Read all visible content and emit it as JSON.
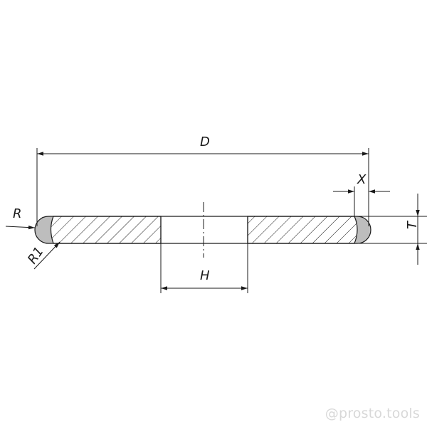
{
  "labels": {
    "d": "D",
    "x": "X",
    "r": "R",
    "r1": "R1",
    "h": "H",
    "t": "T"
  },
  "watermark": {
    "symbol": "@",
    "text": "prosto.tools"
  },
  "colors": {
    "line": "#1a1a1a",
    "abrasive_layer": "#bdbdbd",
    "watermark": "#d8d8d8"
  }
}
